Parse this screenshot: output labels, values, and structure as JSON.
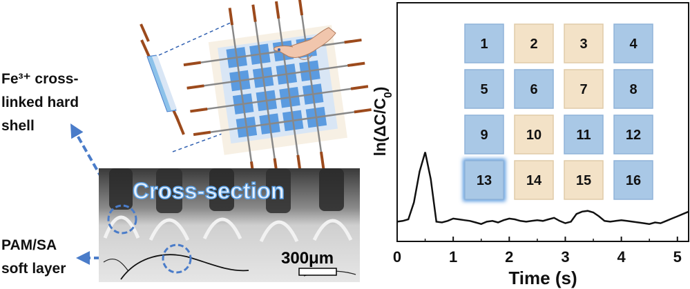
{
  "labels": {
    "hard_shell": [
      "Fe³⁺ cross-",
      "linked hard",
      "shell"
    ],
    "soft_layer": [
      "PAM/SA",
      "soft layer"
    ],
    "cross_section": "Cross-section",
    "scale_bar": "300μm"
  },
  "colors": {
    "blue_pad": "#a9c8e6",
    "beige_pad": "#f3e2c7",
    "arrow": "#4a7cc9",
    "electrode": "#9c4a1c",
    "sensor_pad": "#5b9be0",
    "sensor_bg": "#d9e6f5",
    "trace": "#111111"
  },
  "icons": {
    "hand": "pointing-hand-icon"
  },
  "chart_data": {
    "type": "line",
    "title": "",
    "xlabel": "Time (s)",
    "ylabel": "ln(ΔC/C0)",
    "xlim": [
      0,
      5.2
    ],
    "xticks": [
      0,
      1,
      2,
      3,
      4,
      5
    ],
    "y_ticks_shown": false,
    "grid": false,
    "series": [
      {
        "x": [
          0,
          0.1,
          0.2,
          0.3,
          0.4,
          0.5,
          0.6,
          0.7,
          0.8,
          0.9,
          1.0,
          1.1,
          1.2,
          1.3,
          1.4,
          1.5,
          1.6,
          1.7,
          1.8,
          1.9,
          2.0,
          2.1,
          2.2,
          2.3,
          2.4,
          2.5,
          2.6,
          2.7,
          2.8,
          2.9,
          3.0,
          3.1,
          3.2,
          3.3,
          3.4,
          3.5,
          3.6,
          3.7,
          3.8,
          3.9,
          4.0,
          4.1,
          4.2,
          4.3,
          4.4,
          4.5,
          4.6,
          4.7,
          4.8,
          4.9,
          5.0,
          5.1,
          5.2
        ],
        "y": [
          0.05,
          0.06,
          0.08,
          0.3,
          0.7,
          0.95,
          0.6,
          0.05,
          0.04,
          0.06,
          0.09,
          0.08,
          0.07,
          0.06,
          0.04,
          0.02,
          0.05,
          0.06,
          0.04,
          0.07,
          0.09,
          0.08,
          0.06,
          0.05,
          0.06,
          0.07,
          0.06,
          0.08,
          0.1,
          0.06,
          0.03,
          0.05,
          0.15,
          0.18,
          0.19,
          0.17,
          0.12,
          0.06,
          0.05,
          0.06,
          0.07,
          0.06,
          0.05,
          0.04,
          0.03,
          0.02,
          0.04,
          0.03,
          0.06,
          0.09,
          0.12,
          0.15,
          0.18
        ]
      }
    ],
    "inset_grid": {
      "cells": [
        "1",
        "2",
        "3",
        "4",
        "5",
        "6",
        "7",
        "8",
        "9",
        "10",
        "11",
        "12",
        "13",
        "14",
        "15",
        "16"
      ],
      "colors": [
        "blue",
        "beige",
        "beige",
        "blue",
        "blue",
        "blue",
        "beige",
        "blue",
        "blue",
        "beige",
        "blue",
        "blue",
        "blue-highlight",
        "beige",
        "beige",
        "blue"
      ]
    }
  }
}
